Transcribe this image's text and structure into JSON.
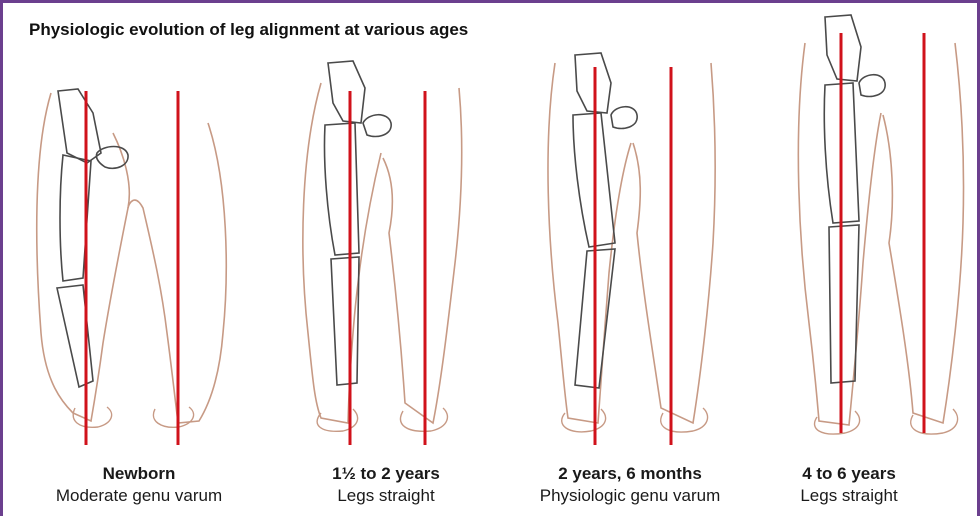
{
  "title": "Physiologic evolution of leg alignment at various ages",
  "colors": {
    "frame": "#6b3f8e",
    "skin_outline": "#c79a85",
    "bone_outline": "#4a4a4a",
    "axis_line": "#d0121b"
  },
  "stages": [
    {
      "age": "Newborn",
      "description": "Moderate genu varum"
    },
    {
      "age": "1½ to 2 years",
      "description": "Legs straight"
    },
    {
      "age": "2 years, 6 months",
      "description": "Physiologic genu varum"
    },
    {
      "age": "4 to 6 years",
      "description": "Legs straight"
    }
  ]
}
